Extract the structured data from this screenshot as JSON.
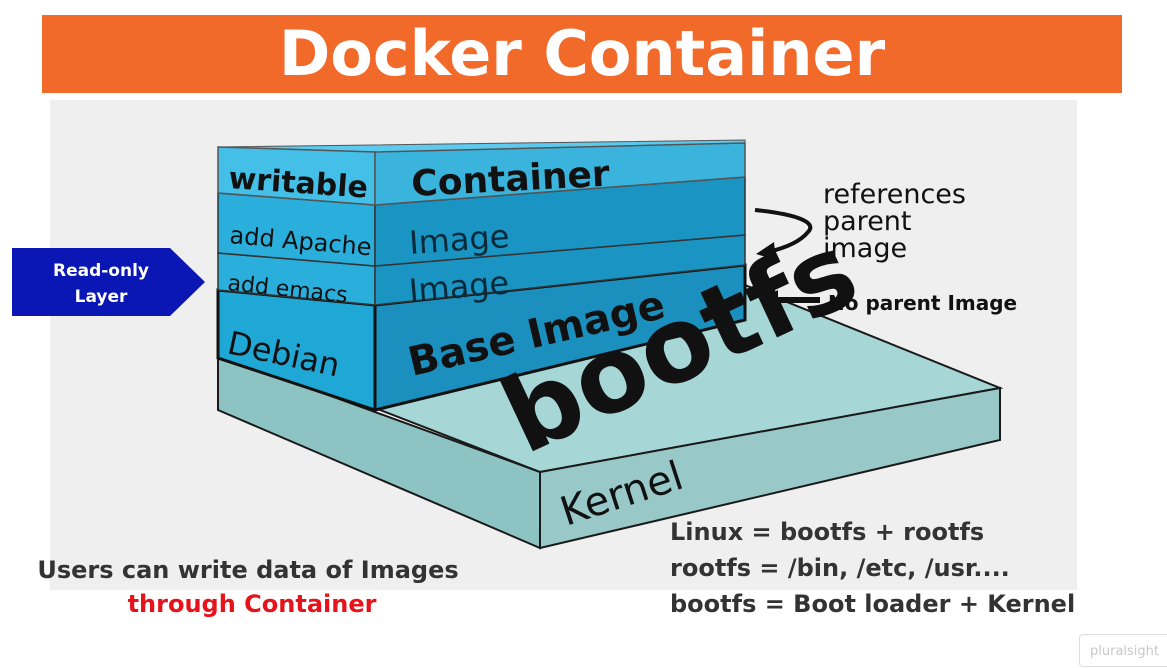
{
  "title": "Docker Container",
  "layers": {
    "container": "Container",
    "image_upper": "Image",
    "image_lower": "Image",
    "base_image": "Base Image",
    "bootfs": "bootfs",
    "kernel": "Kernel"
  },
  "side_labels": {
    "writable": "writable",
    "add_apache": "add Apache",
    "add_emacs": "add emacs",
    "debian": "Debian"
  },
  "callouts": {
    "read_only_line1": "Read-only",
    "read_only_line2": "Layer",
    "references_line1": "references",
    "references_line2": "parent",
    "references_line3": "image",
    "no_parent": "No parent Image"
  },
  "notes": {
    "users_line1": "Users can write data of Images",
    "users_line2": "through Container",
    "linux": "Linux = bootfs + rootfs",
    "rootfs": "rootfs = /bin, /etc, /usr....",
    "bootfs": "bootfs = Boot loader + Kernel"
  },
  "watermark": "pluralsight",
  "colors": {
    "title_bar": "#f26a2a",
    "layer_light": "#3ab4dc",
    "layer_dark": "#1a92c0",
    "kernel_base": "#98cccc",
    "read_only_arrow": "#0a17b5",
    "highlight_red": "#e8131a"
  }
}
